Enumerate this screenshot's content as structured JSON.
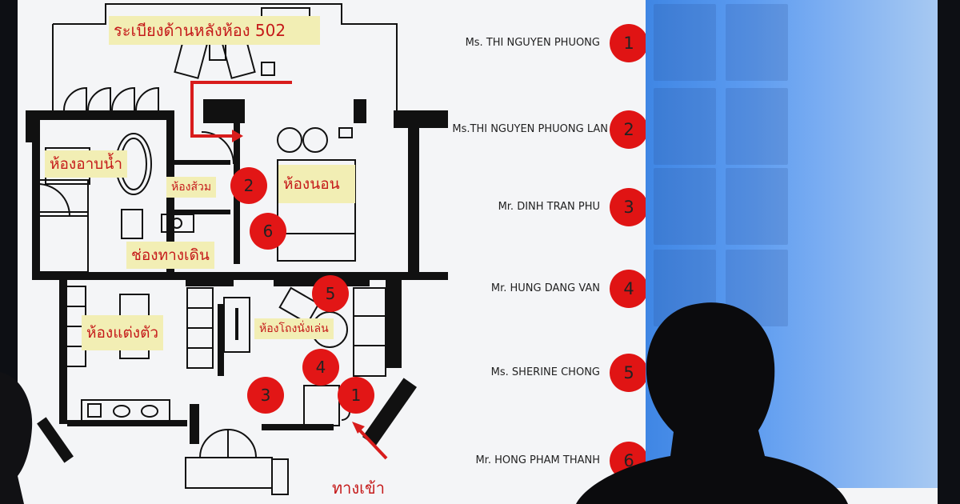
{
  "floor_plan": {
    "title": "ระเบียงด้านหลังห้อง 502",
    "rooms": {
      "bathroom": "ห้องอาบน้ำ",
      "toilet": "ห้องส้วม",
      "bedroom": "ห้องนอน",
      "hallway": "ช่องทางเดิน",
      "dressing_room": "ห้องแต่งตัว",
      "living_room": "ห้องโถงนั่งเล่น"
    },
    "entrance_label": "ทางเข้า",
    "markers": [
      "2",
      "6",
      "5",
      "4",
      "3",
      "1"
    ]
  },
  "legend": [
    {
      "name": "Ms. THI NGUYEN PHUONG",
      "number": "1"
    },
    {
      "name": "Ms.THI NGUYEN PHUONG LAN",
      "number": "2"
    },
    {
      "name": "Mr. DINH TRAN PHU",
      "number": "3"
    },
    {
      "name": "Mr. HUNG DANG VAN",
      "number": "4"
    },
    {
      "name": "Ms. SHERINE CHONG",
      "number": "5"
    },
    {
      "name": "Mr. HONG PHAM THANH",
      "number": "6"
    }
  ],
  "colors": {
    "marker": "#e01414",
    "label_bg": "#f2eeb4",
    "label_text": "#c51a1a",
    "screen_blue": "#5c9bf0"
  }
}
